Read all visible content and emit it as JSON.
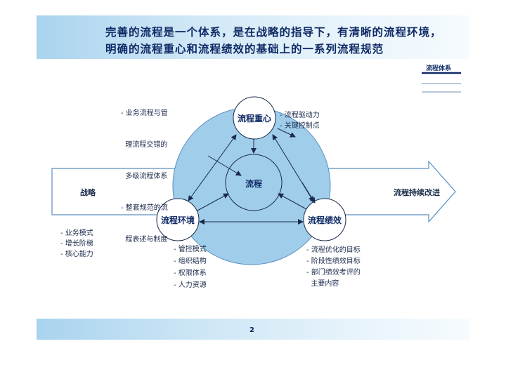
{
  "title": {
    "line1": "完善的流程是一个体系，是在战略的指导下，有清晰的流程环境，",
    "line2": "明确的流程重心和流程绩效的基础上的一系列流程规范"
  },
  "legend": {
    "label": "流程体系"
  },
  "nodes": {
    "center": "流程",
    "top": "流程重心",
    "left": "流程环境",
    "right": "流程绩效"
  },
  "arrow": {
    "left_label": "战略",
    "right_label": "流程持续改进"
  },
  "notes": {
    "top_left": [
      "- 业务流程与管",
      "  理流程交错的",
      "  多级流程体系",
      "- 整套规范的流",
      "  程表述与制度"
    ],
    "top_right": [
      "- 流程驱动力",
      "- 关键控制点"
    ],
    "left": [
      "- 业务模式",
      "- 增长阶梯",
      "- 核心能力"
    ],
    "bottom_middle": [
      "- 管控模式",
      "- 组织结构",
      "- 权限体系",
      "- 人力资源"
    ],
    "bottom_right": [
      "- 流程优化的目标",
      "- 阶段性绩效目标",
      "- 部门绩效考评的",
      "  主要内容"
    ]
  },
  "colors": {
    "circle": "#9fcdea",
    "navy": "#0f2a66",
    "legend_light": "#b9c9dc"
  },
  "footer": {
    "page": "2"
  }
}
